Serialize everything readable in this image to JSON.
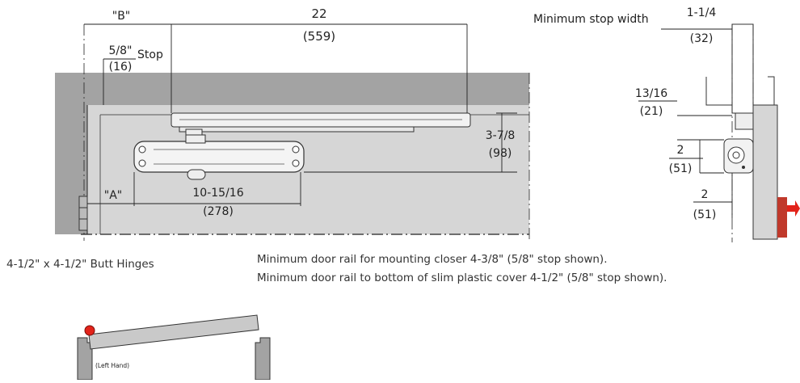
{
  "dimensions": {
    "b_label": "\"B\"",
    "arm_length": "22",
    "arm_length_mm": "(559)",
    "stop_width": "5/8\"",
    "stop_word": "Stop",
    "stop_width_mm": "(16)",
    "bracket_offset": "3-7/8",
    "bracket_offset_mm": "(98)",
    "a_label": "\"A\"",
    "body_length": "10-15/16",
    "body_length_mm": "(278)"
  },
  "side_view": {
    "title": "Minimum stop width",
    "stop_width": "1-1/4",
    "stop_width_mm": "(32)",
    "top_offset": "13/16",
    "top_offset_mm": "(21)",
    "mid_height": "2",
    "mid_height_mm": "(51)",
    "bottom_depth": "2",
    "bottom_depth_mm": "(51)"
  },
  "notes": {
    "hinges": "4-1/2\" x 4-1/2\" Butt Hinges",
    "rail_min": "Minimum door rail for mounting closer 4-3/8\" (5/8\" stop shown).",
    "rail_cover": "Minimum door rail to bottom of slim plastic cover 4-1/2\" (5/8\" stop shown)."
  },
  "hand_diagram": {
    "label": "(Left Hand)"
  },
  "colors": {
    "wall": "#a3a3a3",
    "door": "#d6d6d6",
    "accent": "#e2231a",
    "line": "#222222"
  }
}
